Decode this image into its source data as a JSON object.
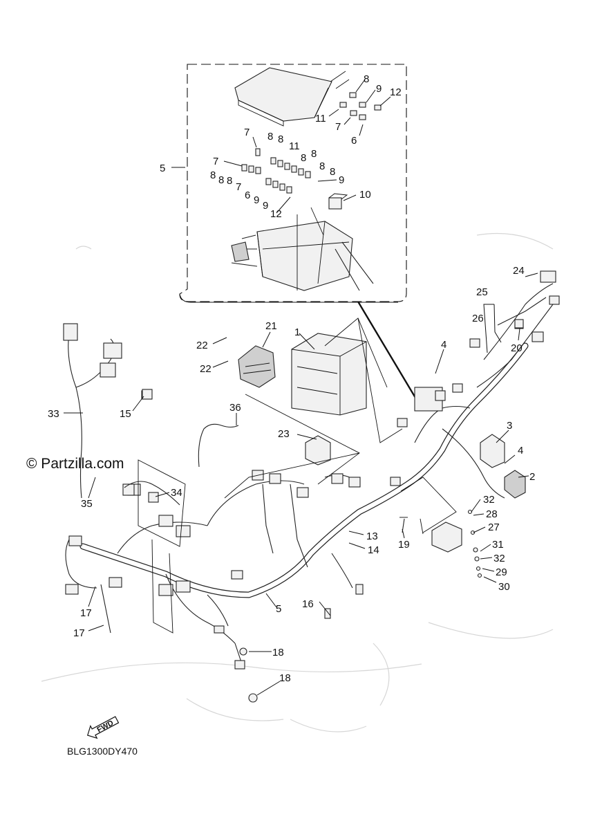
{
  "diagram": {
    "code": "BLG1300DY470",
    "watermark": "© Partzilla.com",
    "direction_label": "FWD"
  },
  "callouts": [
    {
      "id": "c8a",
      "text": "8"
    },
    {
      "id": "c9a",
      "text": "9"
    },
    {
      "id": "c12a",
      "text": "12"
    },
    {
      "id": "c11a",
      "text": "11"
    },
    {
      "id": "c7a",
      "text": "7"
    },
    {
      "id": "c6a",
      "text": "6"
    },
    {
      "id": "c7b",
      "text": "7"
    },
    {
      "id": "c8b",
      "text": "8"
    },
    {
      "id": "c8c",
      "text": "8"
    },
    {
      "id": "c11b",
      "text": "11"
    },
    {
      "id": "c7c",
      "text": "7"
    },
    {
      "id": "c8d",
      "text": "8"
    },
    {
      "id": "c8e",
      "text": "8"
    },
    {
      "id": "c8f",
      "text": "8"
    },
    {
      "id": "c8g",
      "text": "8"
    },
    {
      "id": "c8h",
      "text": "8"
    },
    {
      "id": "c9b",
      "text": "9"
    },
    {
      "id": "c8i",
      "text": "8"
    },
    {
      "id": "c8j",
      "text": "8"
    },
    {
      "id": "c7d",
      "text": "7"
    },
    {
      "id": "c6b",
      "text": "6"
    },
    {
      "id": "c9c",
      "text": "9"
    },
    {
      "id": "c9d",
      "text": "9"
    },
    {
      "id": "c12b",
      "text": "12"
    },
    {
      "id": "c10",
      "text": "10"
    },
    {
      "id": "c5a",
      "text": "5"
    },
    {
      "id": "c24",
      "text": "24"
    },
    {
      "id": "c25",
      "text": "25"
    },
    {
      "id": "c26",
      "text": "26"
    },
    {
      "id": "c20",
      "text": "20"
    },
    {
      "id": "c21",
      "text": "21"
    },
    {
      "id": "c1",
      "text": "1"
    },
    {
      "id": "c22a",
      "text": "22"
    },
    {
      "id": "c22b",
      "text": "22"
    },
    {
      "id": "c4a",
      "text": "4"
    },
    {
      "id": "c15",
      "text": "15"
    },
    {
      "id": "c33",
      "text": "33"
    },
    {
      "id": "c36",
      "text": "36"
    },
    {
      "id": "c23",
      "text": "23"
    },
    {
      "id": "c3",
      "text": "3"
    },
    {
      "id": "c4b",
      "text": "4"
    },
    {
      "id": "c2",
      "text": "2"
    },
    {
      "id": "c35",
      "text": "35"
    },
    {
      "id": "c34",
      "text": "34"
    },
    {
      "id": "c32a",
      "text": "32"
    },
    {
      "id": "c28",
      "text": "28"
    },
    {
      "id": "c27",
      "text": "27"
    },
    {
      "id": "c13",
      "text": "13"
    },
    {
      "id": "c14",
      "text": "14"
    },
    {
      "id": "c19",
      "text": "19"
    },
    {
      "id": "c31",
      "text": "31"
    },
    {
      "id": "c32b",
      "text": "32"
    },
    {
      "id": "c29",
      "text": "29"
    },
    {
      "id": "c30",
      "text": "30"
    },
    {
      "id": "c16",
      "text": "16"
    },
    {
      "id": "c5b",
      "text": "5"
    },
    {
      "id": "c17a",
      "text": "17"
    },
    {
      "id": "c17b",
      "text": "17"
    },
    {
      "id": "c18a",
      "text": "18"
    },
    {
      "id": "c18b",
      "text": "18"
    }
  ]
}
